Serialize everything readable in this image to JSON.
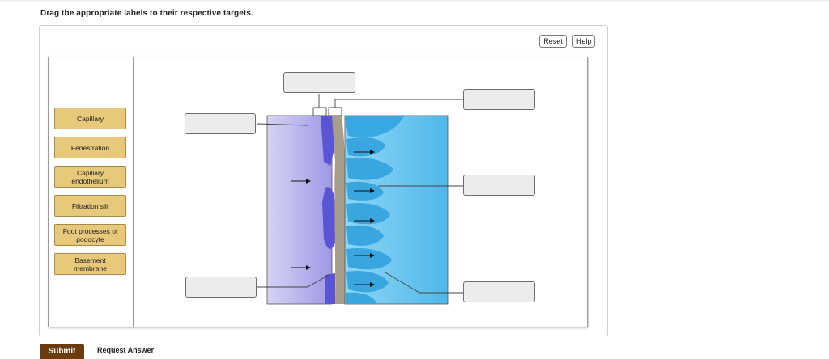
{
  "instruction": "Drag the appropriate labels to their respective targets.",
  "buttons": {
    "reset": "Reset",
    "help": "Help"
  },
  "labels": [
    {
      "text": "Capillary"
    },
    {
      "text": "Fenestration"
    },
    {
      "text": "Capillary\nendothelium"
    },
    {
      "text": "Filtration slit"
    },
    {
      "text": "Foot processes of\npodocyte"
    },
    {
      "text": "Basement\nmembrane"
    }
  ],
  "targets": {
    "count": 6,
    "values": [
      "",
      "",
      "",
      "",
      "",
      ""
    ]
  },
  "footer": {
    "submit": "Submit",
    "request_answer": "Request Answer"
  },
  "colors": {
    "label_fill": "#e8c87a",
    "capillary_fill": "#c6c2ee",
    "endothelium_fill": "#5b55d6",
    "basement_membrane": "#a89c8a",
    "podocyte_fill": "#63c1ee",
    "submit_fill": "#6b3b10"
  }
}
